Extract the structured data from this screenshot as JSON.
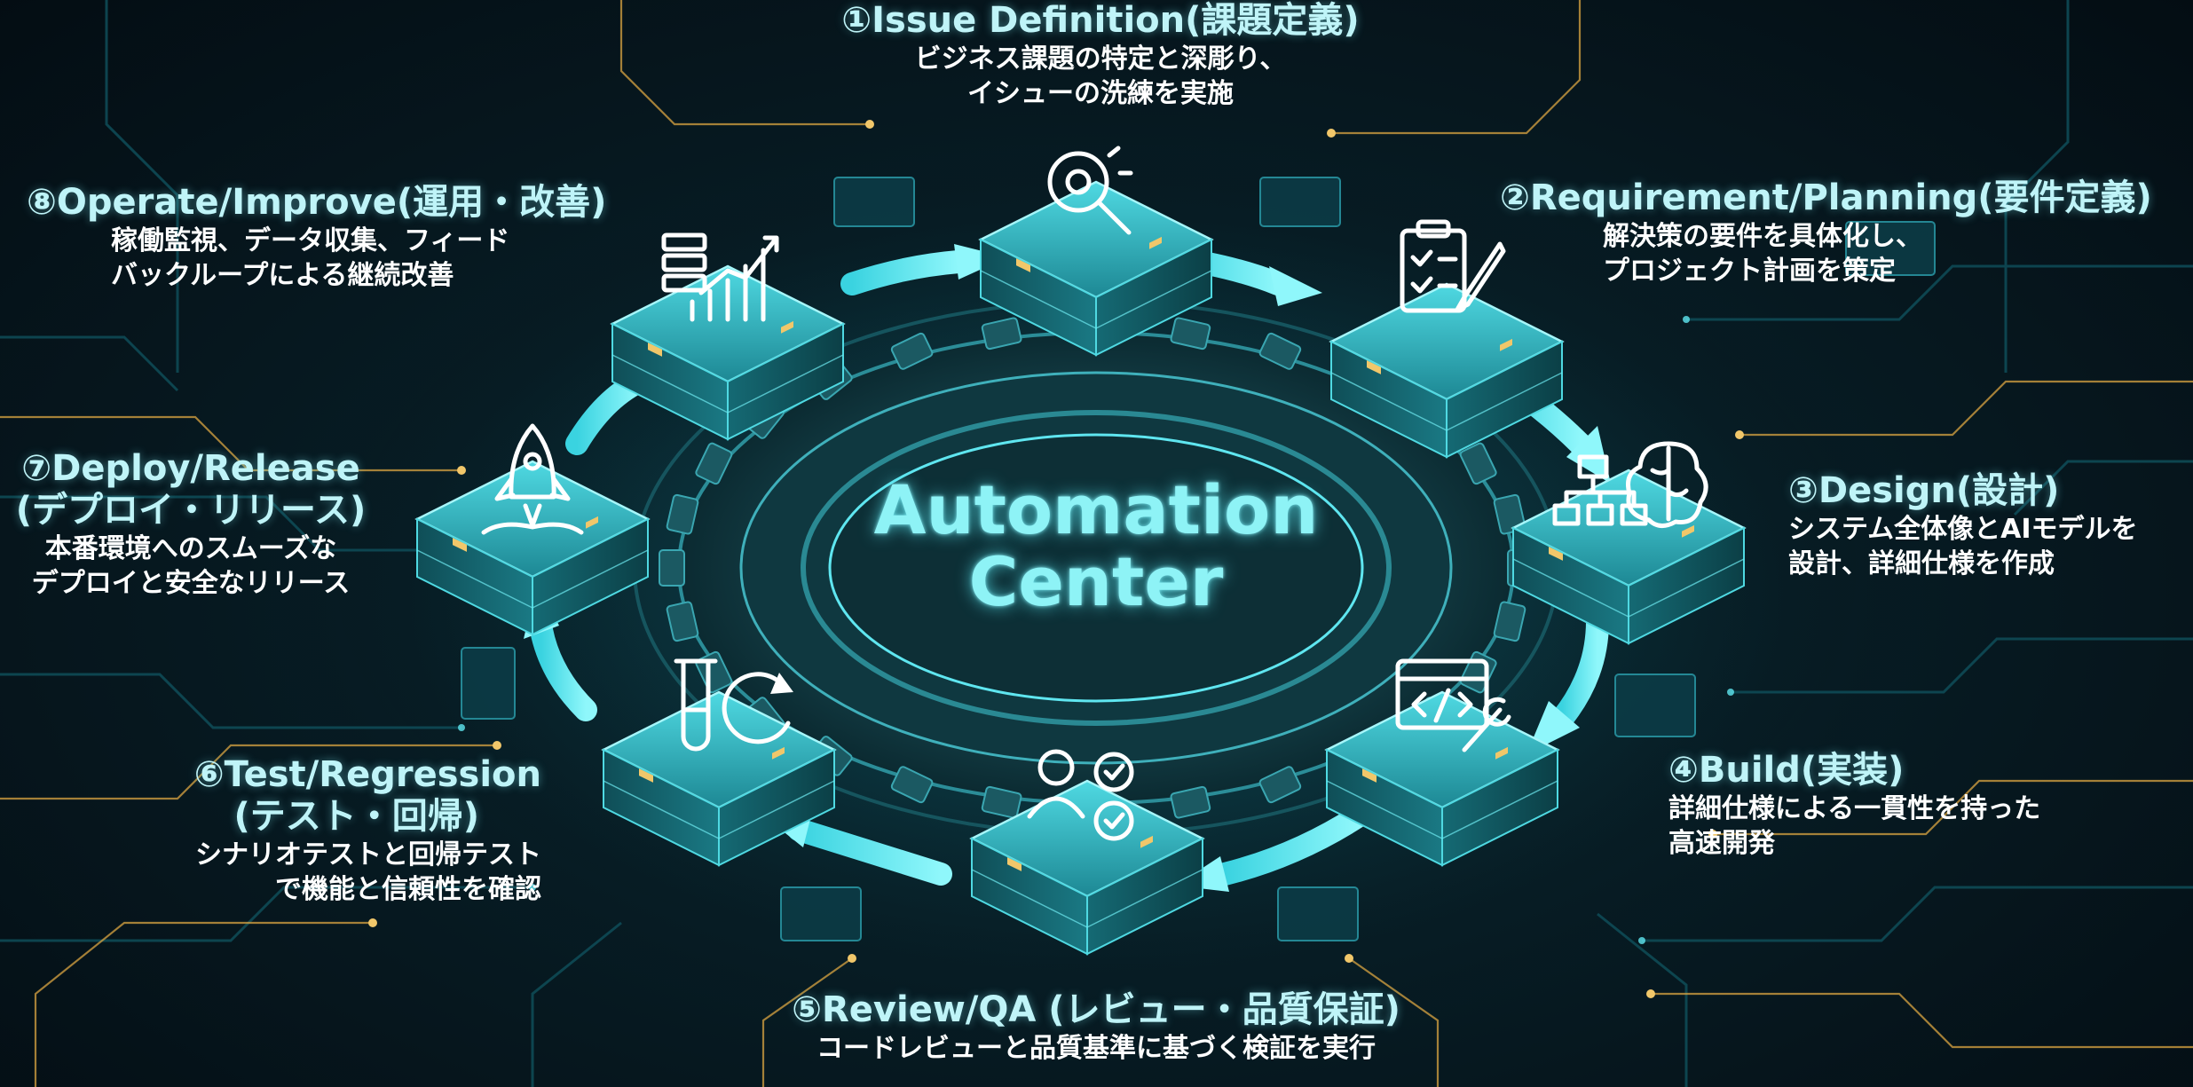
{
  "center": {
    "line1": "Automation",
    "line2": "Center"
  },
  "stages": [
    {
      "title": "①Issue Definition(課題定義)",
      "desc_line1": "ビジネス課題の特定と深彫り、",
      "desc_line2": "イシューの洗練を実施",
      "icon": "magnifier-gear-icon"
    },
    {
      "title": "②Requirement/Planning(要件定義)",
      "desc_line1": "解決策の要件を具体化し、",
      "desc_line2": "プロジェクト計画を策定",
      "icon": "clipboard-checklist-icon"
    },
    {
      "title": "③Design(設計)",
      "desc_line1": "システム全体像とAIモデルを",
      "desc_line2": "設計、詳細仕様を作成",
      "icon": "flowchart-brain-icon"
    },
    {
      "title": "④Build(実装)",
      "desc_line1": "詳細仕様による一貫性を持った",
      "desc_line2": "高速開発",
      "icon": "code-window-wrench-icon"
    },
    {
      "title": "⑤Review/QA (レビュー・品質保証)",
      "desc_line1": "コードレビューと品質基準に基づく検証を実行",
      "icon": "users-check-icon"
    },
    {
      "title_line1": "⑥Test/Regression",
      "title_line2": "(テスト・回帰)",
      "desc_line1": "シナリオテストと回帰テスト",
      "desc_line2": "で機能と信頼性を確認",
      "icon": "test-tube-cycle-icon"
    },
    {
      "title_line1": "⑦Deploy/Release",
      "title_line2": "(デプロイ・リリース)",
      "desc_line1": "本番環境へのスムーズな",
      "desc_line2": "デプロイと安全なリリース",
      "icon": "rocket-icon"
    },
    {
      "title": "⑧Operate/Improve(運用・改善)",
      "desc_line1": "稼働監視、データ収集、フィード",
      "desc_line2": "バックループによる継続改善",
      "icon": "server-growth-chart-icon"
    }
  ],
  "colors": {
    "accent": "#5fe6f0",
    "title_text": "#bff4f8",
    "background": "#061820",
    "circuit_gold": "#d9a441"
  }
}
